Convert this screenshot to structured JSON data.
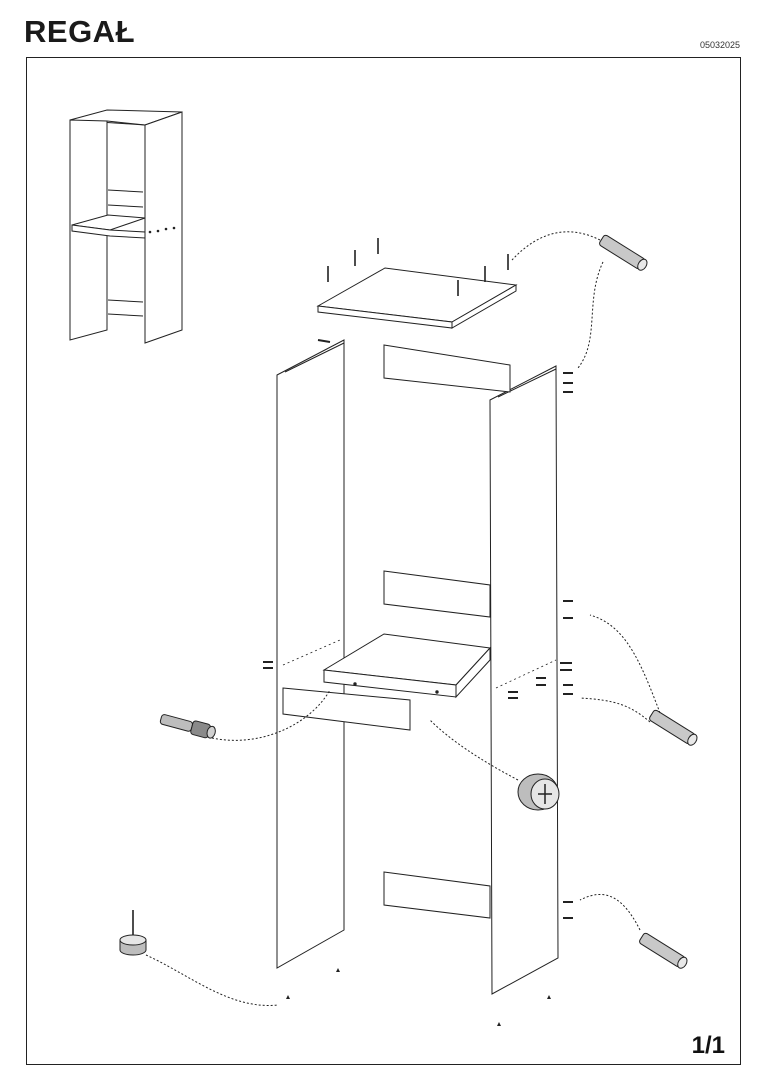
{
  "header": {
    "title": "REGAŁ",
    "code": "05032025"
  },
  "footer": {
    "page_number": "1/1"
  },
  "colors": {
    "line": "#222222",
    "hardware_fill": "#c8c8c8",
    "hardware_dark": "#8a8a8a"
  },
  "icons": [
    "wooden-dowel-icon",
    "confirmat-screw-icon",
    "cam-lock-icon",
    "adjustable-foot-icon",
    "nail-icon"
  ]
}
